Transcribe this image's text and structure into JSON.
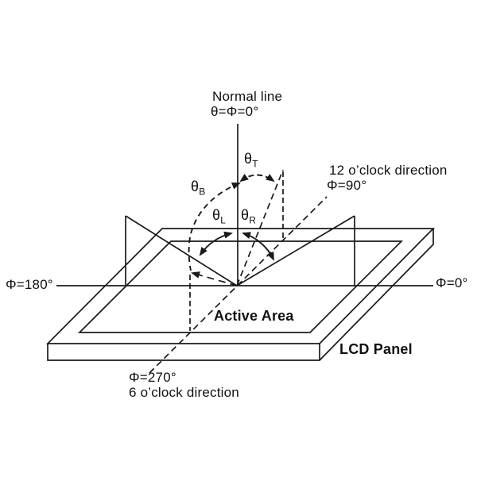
{
  "diagram": {
    "normal_line_label": "Normal line",
    "normal_line_angle": "θ=Φ=0°",
    "angles": {
      "top": {
        "base": "θ",
        "sub": "T"
      },
      "bottom": {
        "base": "θ",
        "sub": "B"
      },
      "left": {
        "base": "θ",
        "sub": "L"
      },
      "right": {
        "base": "θ",
        "sub": "R"
      }
    },
    "directions": {
      "twelve_line1": "12 o’clock direction",
      "twelve_line2": "Φ=90°",
      "six_line1": "Φ=270°",
      "six_line2": "6 o’clock direction",
      "phi_180": "Φ=180°",
      "phi_0": "Φ=0°"
    },
    "panel": {
      "active_area": "Active Area",
      "lcd_panel": "LCD Panel"
    },
    "colors": {
      "line": "#1a1a1a",
      "text": "#111111",
      "background": "#ffffff"
    }
  }
}
